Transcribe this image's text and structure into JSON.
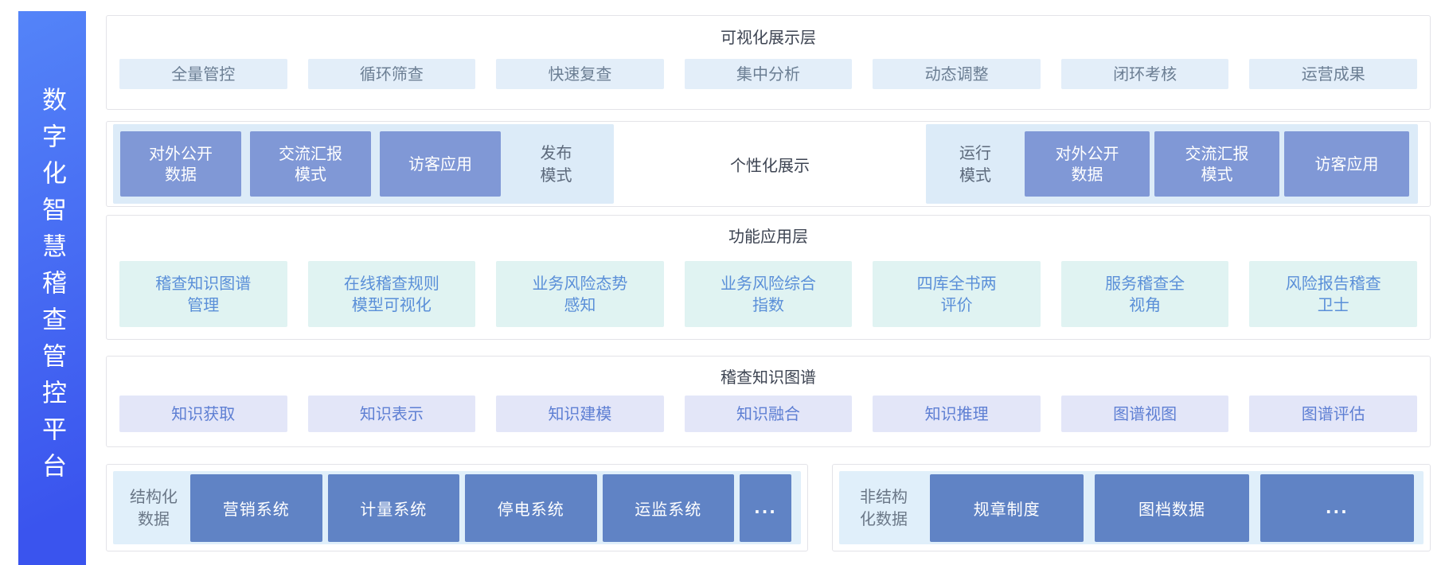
{
  "sidebar": {
    "title": "数字化智慧稽查管控平台"
  },
  "layers": {
    "visualization": {
      "title": "可视化展示层",
      "items": [
        "全量管控",
        "循环筛查",
        "快速复查",
        "集中分析",
        "动态调整",
        "闭环考核",
        "运营成果"
      ]
    },
    "display_modes": {
      "publish": {
        "label": "发布\n模式",
        "items": [
          "对外公开\n数据",
          "交流汇报\n模式",
          "访客应用"
        ]
      },
      "center_label": "个性化展示",
      "run": {
        "label": "运行\n模式",
        "items": [
          "对外公开\n数据",
          "交流汇报\n模式",
          "访客应用"
        ]
      }
    },
    "function": {
      "title": "功能应用层",
      "items": [
        "稽查知识图谱\n管理",
        "在线稽查规则\n模型可视化",
        "业务风险态势\n感知",
        "业务风险综合\n指数",
        "四库全书两\n评价",
        "服务稽查全\n视角",
        "风险报告稽查\n卫士"
      ]
    },
    "knowledge_graph": {
      "title": "稽查知识图谱",
      "items": [
        "知识获取",
        "知识表示",
        "知识建模",
        "知识融合",
        "知识推理",
        "图谱视图",
        "图谱评估"
      ]
    },
    "data_layer": {
      "structured": {
        "label": "结构化\n数据",
        "items": [
          "营销系统",
          "计量系统",
          "停电系统",
          "运监系统",
          "..."
        ]
      },
      "unstructured": {
        "label": "非结构\n化数据",
        "items": [
          "规章制度",
          "图档数据",
          "..."
        ]
      }
    }
  },
  "colors": {
    "sidebar_gradient_start": "#5484f8",
    "sidebar_gradient_end": "#3a54ee",
    "box_border": "#e3e3e8",
    "title_text": "#3d4452",
    "visualization_chip_bg": "#e3eef9",
    "visualization_chip_text": "#6b7e93",
    "mode_group_bg": "#dcebf8",
    "mode_dark_box_bg": "#8098d6",
    "mode_label_text": "#5d6a7c",
    "function_chip_bg": "#e0f3f2",
    "function_chip_text": "#5a8fd8",
    "knowledge_chip_bg": "#e3e6f8",
    "knowledge_chip_text": "#5e7fd3",
    "data_group_bg": "#e0effa",
    "data_dark_box_bg": "#6083c5",
    "data_label_text": "#6a7787"
  }
}
